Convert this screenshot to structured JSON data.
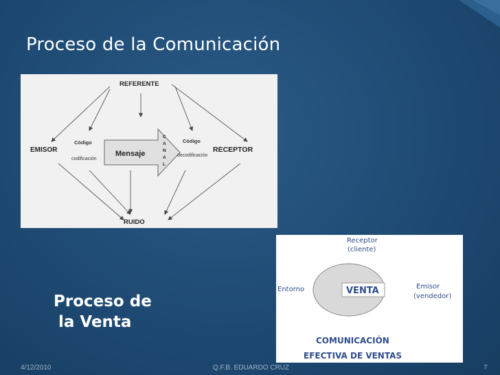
{
  "slide": {
    "title": "Proceso de la Comunicación",
    "subtitle_line1": "Proceso de",
    "subtitle_line2": "la Venta"
  },
  "communication_diagram": {
    "referente": "REFERENTE",
    "emisor": "EMISOR",
    "receptor": "RECEPTOR",
    "ruido": "RUIDO",
    "mensaje": "Mensaje",
    "codigo_left": "Código",
    "codificacion": "codificación",
    "codigo_right": "Código",
    "decodificacion": "decodificación",
    "canal_letters": [
      "C",
      "A",
      "N",
      "A",
      "L"
    ]
  },
  "sales_diagram": {
    "receptor": "Receptor",
    "cliente": "(cliente)",
    "entorno": "Entorno",
    "venta": "VENTA",
    "emisor": "Emisor",
    "vendedor": "(vendedor)",
    "comunicacion": "COMUNICACIÓN",
    "efectiva": "EFECTIVA DE VENTAS"
  },
  "footer": {
    "date": "4/12/2010",
    "author": "Q.F.B. EDUARDO CRUZ",
    "page": "7"
  },
  "colors": {
    "background": "#1e4a73",
    "sales_text": "#2f4d8c",
    "ellipse": "#d9d9d9"
  }
}
